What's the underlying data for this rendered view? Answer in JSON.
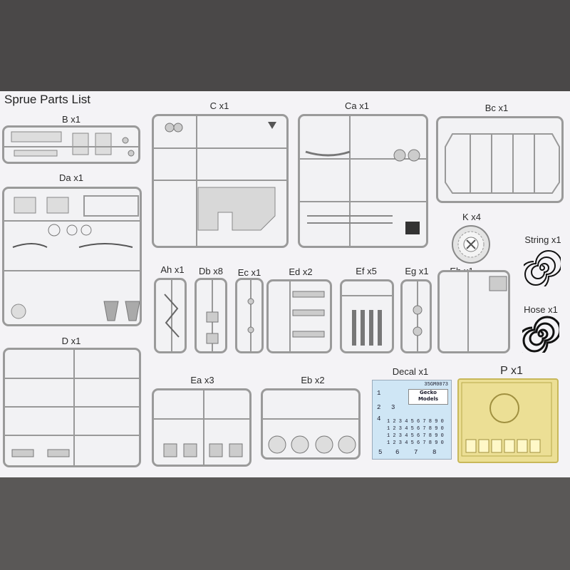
{
  "title": "Sprue Parts List",
  "sprues": [
    {
      "id": "b",
      "label": "B x1"
    },
    {
      "id": "c",
      "label": "C x1"
    },
    {
      "id": "ca",
      "label": "Ca x1"
    },
    {
      "id": "bc",
      "label": "Bc x1"
    },
    {
      "id": "da",
      "label": "Da x1"
    },
    {
      "id": "k",
      "label": "K x4"
    },
    {
      "id": "string",
      "label": "String x1"
    },
    {
      "id": "ah",
      "label": "Ah x1"
    },
    {
      "id": "db",
      "label": "Db x8"
    },
    {
      "id": "ec",
      "label": "Ec x1"
    },
    {
      "id": "ed",
      "label": "Ed x2"
    },
    {
      "id": "ef",
      "label": "Ef x5"
    },
    {
      "id": "eg",
      "label": "Eg x1"
    },
    {
      "id": "eh",
      "label": "Eh x1"
    },
    {
      "id": "hose",
      "label": "Hose x1"
    },
    {
      "id": "d",
      "label": "D x1"
    },
    {
      "id": "ea",
      "label": "Ea x3"
    },
    {
      "id": "eb",
      "label": "Eb x2"
    },
    {
      "id": "decal",
      "label": "Decal x1"
    },
    {
      "id": "p",
      "label": "P x1"
    }
  ],
  "decal": {
    "code": "35GM0073",
    "logo_line1": "Gecko",
    "logo_line2": "Models",
    "digits": "1 2 3 4 5 6 7 8 9 0",
    "numbers_top": [
      "1",
      "2",
      "3",
      "4"
    ],
    "numbers_bottom": [
      "5",
      "6",
      "7",
      "8"
    ]
  },
  "colors": {
    "sheet": "#f4f3f6",
    "sprue": "#9a9a9a",
    "decal": "#cfe6f5",
    "photo_etch": "#ecdf95"
  }
}
